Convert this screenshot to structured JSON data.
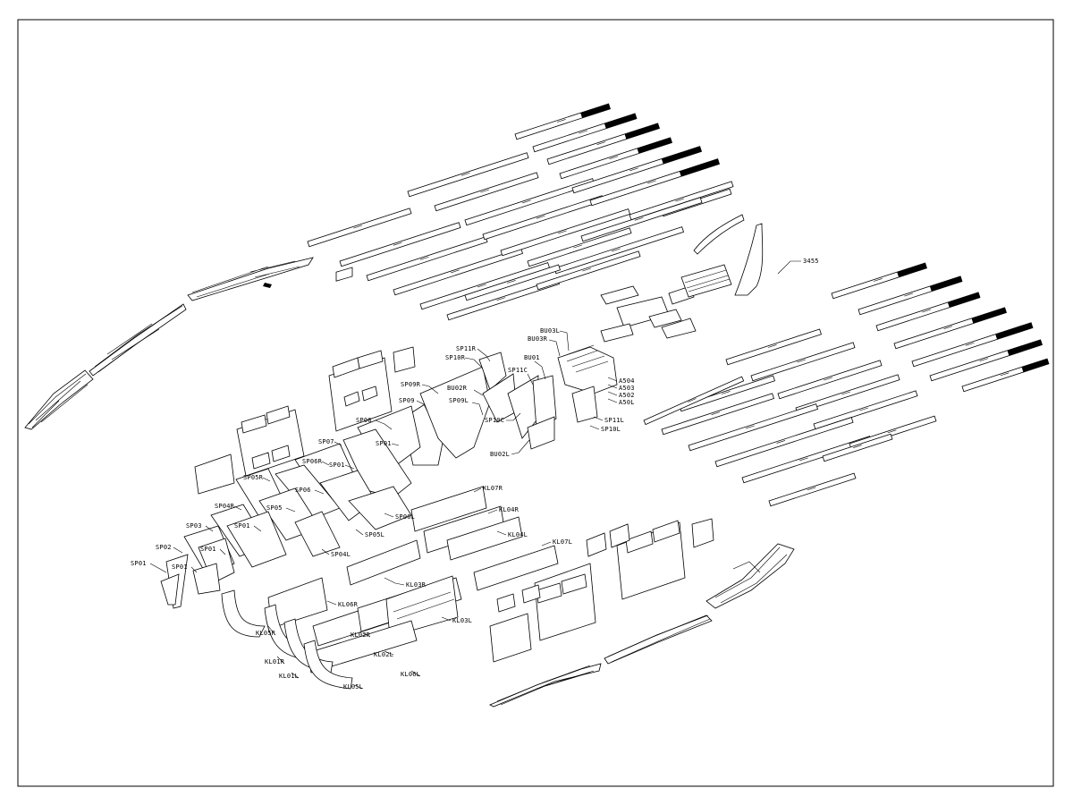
{
  "drawing": {
    "border_color": "#000000",
    "background": "#ffffff",
    "labels": {
      "bu03l": "BU03L",
      "bu03r": "BU03R",
      "bu01": "BU01",
      "bu02r": "BU02R",
      "bu02l": "BU02L",
      "sp11r": "SP11R",
      "sp10r": "SP10R",
      "sp11c": "SP11C",
      "sp10c": "SP10C",
      "sp11l": "SP11L",
      "sp10l": "SP10L",
      "sp09r": "SP09R",
      "sp09": "SP09",
      "sp09l": "SP09L",
      "sp08": "SP08",
      "sp07": "SP07",
      "sp01_a": "SP01",
      "sp01_b": "SP01",
      "sp06r": "SP06R",
      "sp05r": "SP05R",
      "sp06": "SP06",
      "sp05": "SP05",
      "sp06l": "SP06L",
      "sp05l": "SP05L",
      "sp04r": "SP04R",
      "sp01_c": "SP01",
      "sp03": "SP03",
      "sp04l": "SP04L",
      "sp02": "SP02",
      "sp01_d": "SP01",
      "sp01_e": "SP01",
      "sp01_f": "SP01",
      "kl07r": "KL07R",
      "kl04r": "KL04R",
      "kl04l": "KL04L",
      "kl07l": "KL07L",
      "kl03r": "KL03R",
      "kl03l": "KL03L",
      "kl06r": "KL06R",
      "kl02r": "KL02R",
      "kl05r": "KL05R",
      "kl01r": "KL01R",
      "kl02l": "KL02L",
      "kl01l": "KL01L",
      "kl06l": "KL06L",
      "kl05l": "KL05L",
      "a504": "A504",
      "a503": "A503",
      "a502": "A502",
      "a50l": "A50L",
      "ref3455": "3455"
    }
  }
}
